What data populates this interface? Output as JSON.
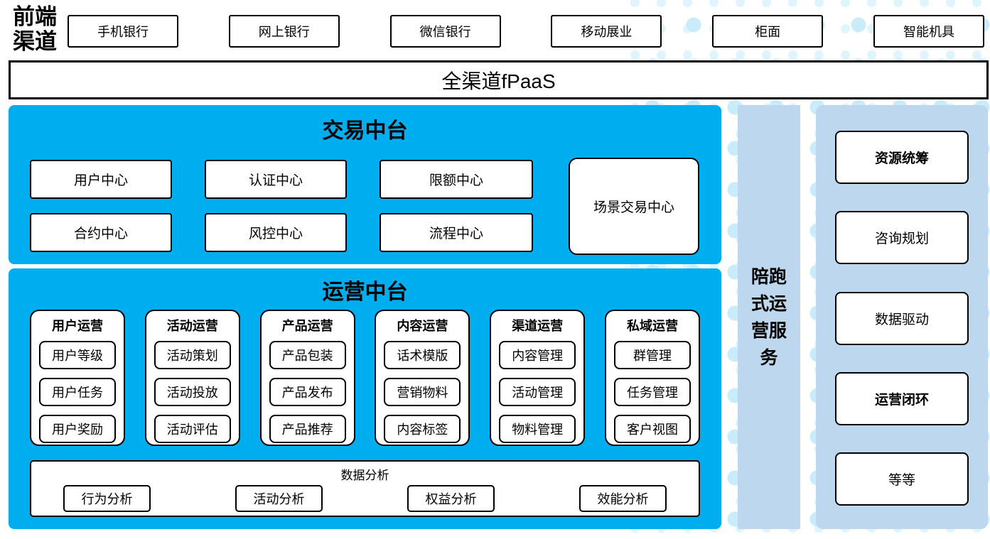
{
  "colors": {
    "cyan": "#00AEEF",
    "light_blue": "#BDD7EE",
    "dot": "#C9ECFA",
    "border": "#000000"
  },
  "frontend": {
    "label": "前端渠道",
    "channels": [
      "手机银行",
      "网上银行",
      "微信银行",
      "移动展业",
      "柜面",
      "智能机具"
    ]
  },
  "fpaas": {
    "label": "全渠道fPaaS"
  },
  "trade_platform": {
    "title": "交易中台",
    "grid_boxes": [
      [
        "用户中心",
        "认证中心",
        "限额中心"
      ],
      [
        "合约中心",
        "风控中心",
        "流程中心"
      ]
    ],
    "tall_box": "场景交易中心"
  },
  "operation_platform": {
    "title": "运营中台",
    "columns": [
      {
        "title": "用户运营",
        "items": [
          "用户等级",
          "用户任务",
          "用户奖励"
        ]
      },
      {
        "title": "活动运营",
        "items": [
          "活动策划",
          "活动投放",
          "活动评估"
        ]
      },
      {
        "title": "产品运营",
        "items": [
          "产品包装",
          "产品发布",
          "产品推荐"
        ]
      },
      {
        "title": "内容运营",
        "items": [
          "话术模版",
          "营销物料",
          "内容标签"
        ]
      },
      {
        "title": "渠道运营",
        "items": [
          "内容管理",
          "活动管理",
          "物料管理"
        ]
      },
      {
        "title": "私域运营",
        "items": [
          "群管理",
          "任务管理",
          "客户视图"
        ]
      }
    ],
    "analysis": {
      "title": "数据分析",
      "items": [
        "行为分析",
        "活动分析",
        "权益分析",
        "效能分析"
      ]
    }
  },
  "side_bar": {
    "label": "陪跑式运营服务"
  },
  "right_panel": {
    "items": [
      {
        "label": "资源统筹",
        "bold": true
      },
      {
        "label": "咨询规划",
        "bold": false
      },
      {
        "label": "数据驱动",
        "bold": false
      },
      {
        "label": "运营闭环",
        "bold": true
      },
      {
        "label": "等等",
        "bold": false
      }
    ]
  }
}
